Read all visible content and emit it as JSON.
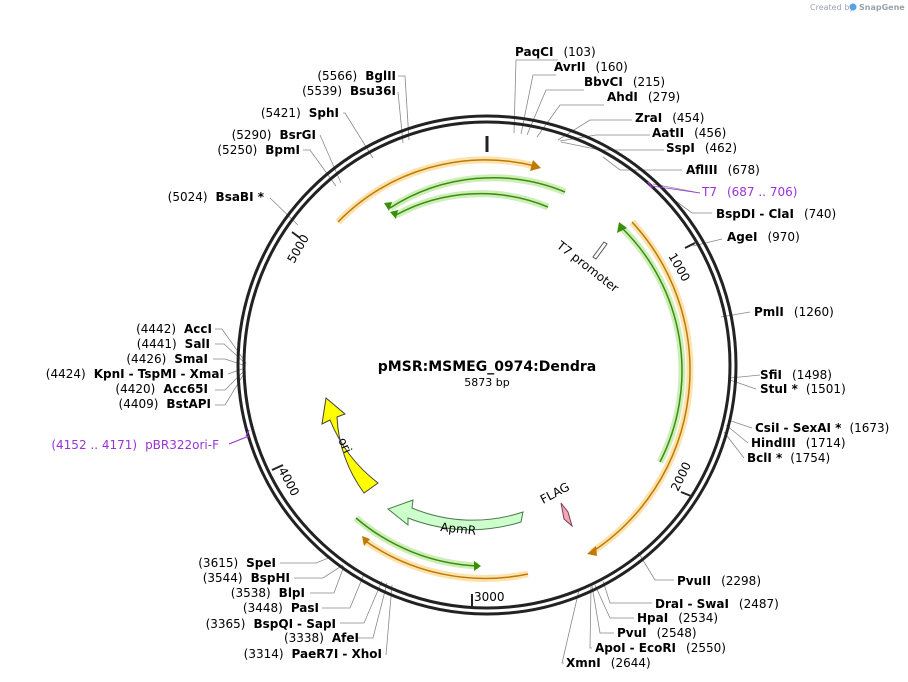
{
  "credit": {
    "created_by": "Created by",
    "brand": "SnapGene"
  },
  "plasmid": {
    "name": "pMSR:MSMEG_0974:Dendra",
    "length_label": "5873 bp"
  },
  "ticks": [
    "1000",
    "2000",
    "3000",
    "4000",
    "5000"
  ],
  "features": {
    "t7_promoter": "T7 promoter",
    "flag": "FLAG",
    "ampr": "ApmR",
    "ori": "ori"
  },
  "primers": [
    {
      "name": "T7",
      "range": "(687 .. 706)"
    },
    {
      "name": "pBR322ori-F",
      "range": "(4152 .. 4171)"
    }
  ],
  "sites": [
    {
      "name": "PaqCI",
      "pos": "(103)"
    },
    {
      "name": "AvrII",
      "pos": "(160)"
    },
    {
      "name": "BbvCI",
      "pos": "(215)"
    },
    {
      "name": "AhdI",
      "pos": "(279)"
    },
    {
      "name": "ZraI",
      "pos": "(454)"
    },
    {
      "name": "AatII",
      "pos": "(456)"
    },
    {
      "name": "SspI",
      "pos": "(462)"
    },
    {
      "name": "AflIII",
      "pos": "(678)"
    },
    {
      "name": "BspDI",
      "name2": "ClaI",
      "pos": "(740)"
    },
    {
      "name": "AgeI",
      "pos": "(970)"
    },
    {
      "name": "PmlI",
      "pos": "(1260)"
    },
    {
      "name": "SfiI",
      "pos": "(1498)"
    },
    {
      "name": "StuI *",
      "pos": "(1501)"
    },
    {
      "name": "CsiI",
      "name2": "SexAI *",
      "pos": "(1673)"
    },
    {
      "name": "HindIII",
      "pos": "(1714)"
    },
    {
      "name": "BclI *",
      "pos": "(1754)"
    },
    {
      "name": "PvuII",
      "pos": "(2298)"
    },
    {
      "name": "DraI",
      "name2": "SwaI",
      "pos": "(2487)"
    },
    {
      "name": "HpaI",
      "pos": "(2534)"
    },
    {
      "name": "PvuI",
      "pos": "(2548)"
    },
    {
      "name": "ApoI",
      "name2": "EcoRI",
      "pos": "(2550)"
    },
    {
      "name": "XmnI",
      "pos": "(2644)"
    },
    {
      "name": "PaeR7I",
      "name2": "XhoI",
      "pos": "(3314)"
    },
    {
      "name": "AfeI",
      "pos": "(3338)"
    },
    {
      "name": "BspQI",
      "name2": "SapI",
      "pos": "(3365)"
    },
    {
      "name": "PasI",
      "pos": "(3448)"
    },
    {
      "name": "BlpI",
      "pos": "(3538)"
    },
    {
      "name": "BspHI",
      "pos": "(3544)"
    },
    {
      "name": "SpeI",
      "pos": "(3615)"
    },
    {
      "name": "BstAPI",
      "pos": "(4409)"
    },
    {
      "name": "Acc65I",
      "pos": "(4420)"
    },
    {
      "name": "KpnI",
      "name2": "TspMI",
      "name3": "XmaI",
      "pos": "(4424)"
    },
    {
      "name": "SmaI",
      "pos": "(4426)"
    },
    {
      "name": "SalI",
      "pos": "(4441)"
    },
    {
      "name": "AccI",
      "pos": "(4442)"
    },
    {
      "name": "BsaBI *",
      "pos": "(5024)"
    },
    {
      "name": "BpmI",
      "pos": "(5250)"
    },
    {
      "name": "BsrGI",
      "pos": "(5290)"
    },
    {
      "name": "SphI",
      "pos": "(5421)"
    },
    {
      "name": "Bsu36I",
      "pos": "(5539)"
    },
    {
      "name": "BglII",
      "pos": "(5566)"
    }
  ],
  "colors": {
    "backbone": "#222222",
    "orange": "#f0a000",
    "orange_glow": "#fbe3b0",
    "green": "#3a8e0a",
    "green_glow": "#cdeeb8",
    "ori_fill": "#ffff00",
    "ampr_fill": "#ccffcc",
    "flag_fill": "#f5a7b8",
    "primer": "#9a33d6"
  }
}
